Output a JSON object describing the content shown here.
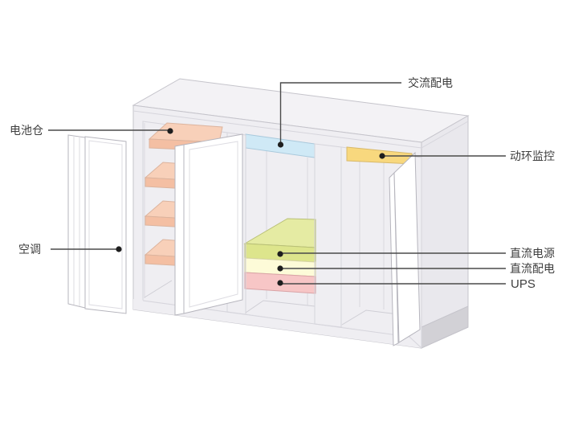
{
  "diagram": {
    "kind": "outdoor-power-cabinet-cutaway",
    "labels": {
      "battery": "电池仓",
      "aircon": "空调",
      "ac_distribution": "交流配电",
      "env_monitor": "动环监控",
      "dc_power": "直流电源",
      "dc_distribution": "直流配电",
      "ups": "UPS"
    },
    "colors": {
      "cabinet_top": "#f3f2f5",
      "cabinet_face": "#efeef2",
      "cabinet_side": "#e9e8ed",
      "cabinet_interior": "#f2f1f5",
      "plinth": "#d2d1d6",
      "battery_shelf_top": "#f8d0b9",
      "battery_shelf_front": "#f4bfa3",
      "ac_panel": "#cfe9f6",
      "monitor_panel": "#f8d87e",
      "dc_power_unit_top": "#e5eba3",
      "dc_power_unit": "#dde58c",
      "dc_distribution_unit": "#fdfbd8",
      "ups_unit": "#f7c6c6",
      "leader_line": "#4a4a4a",
      "dot": "#1e1e1e",
      "label_text": "#3e3e3e"
    }
  }
}
